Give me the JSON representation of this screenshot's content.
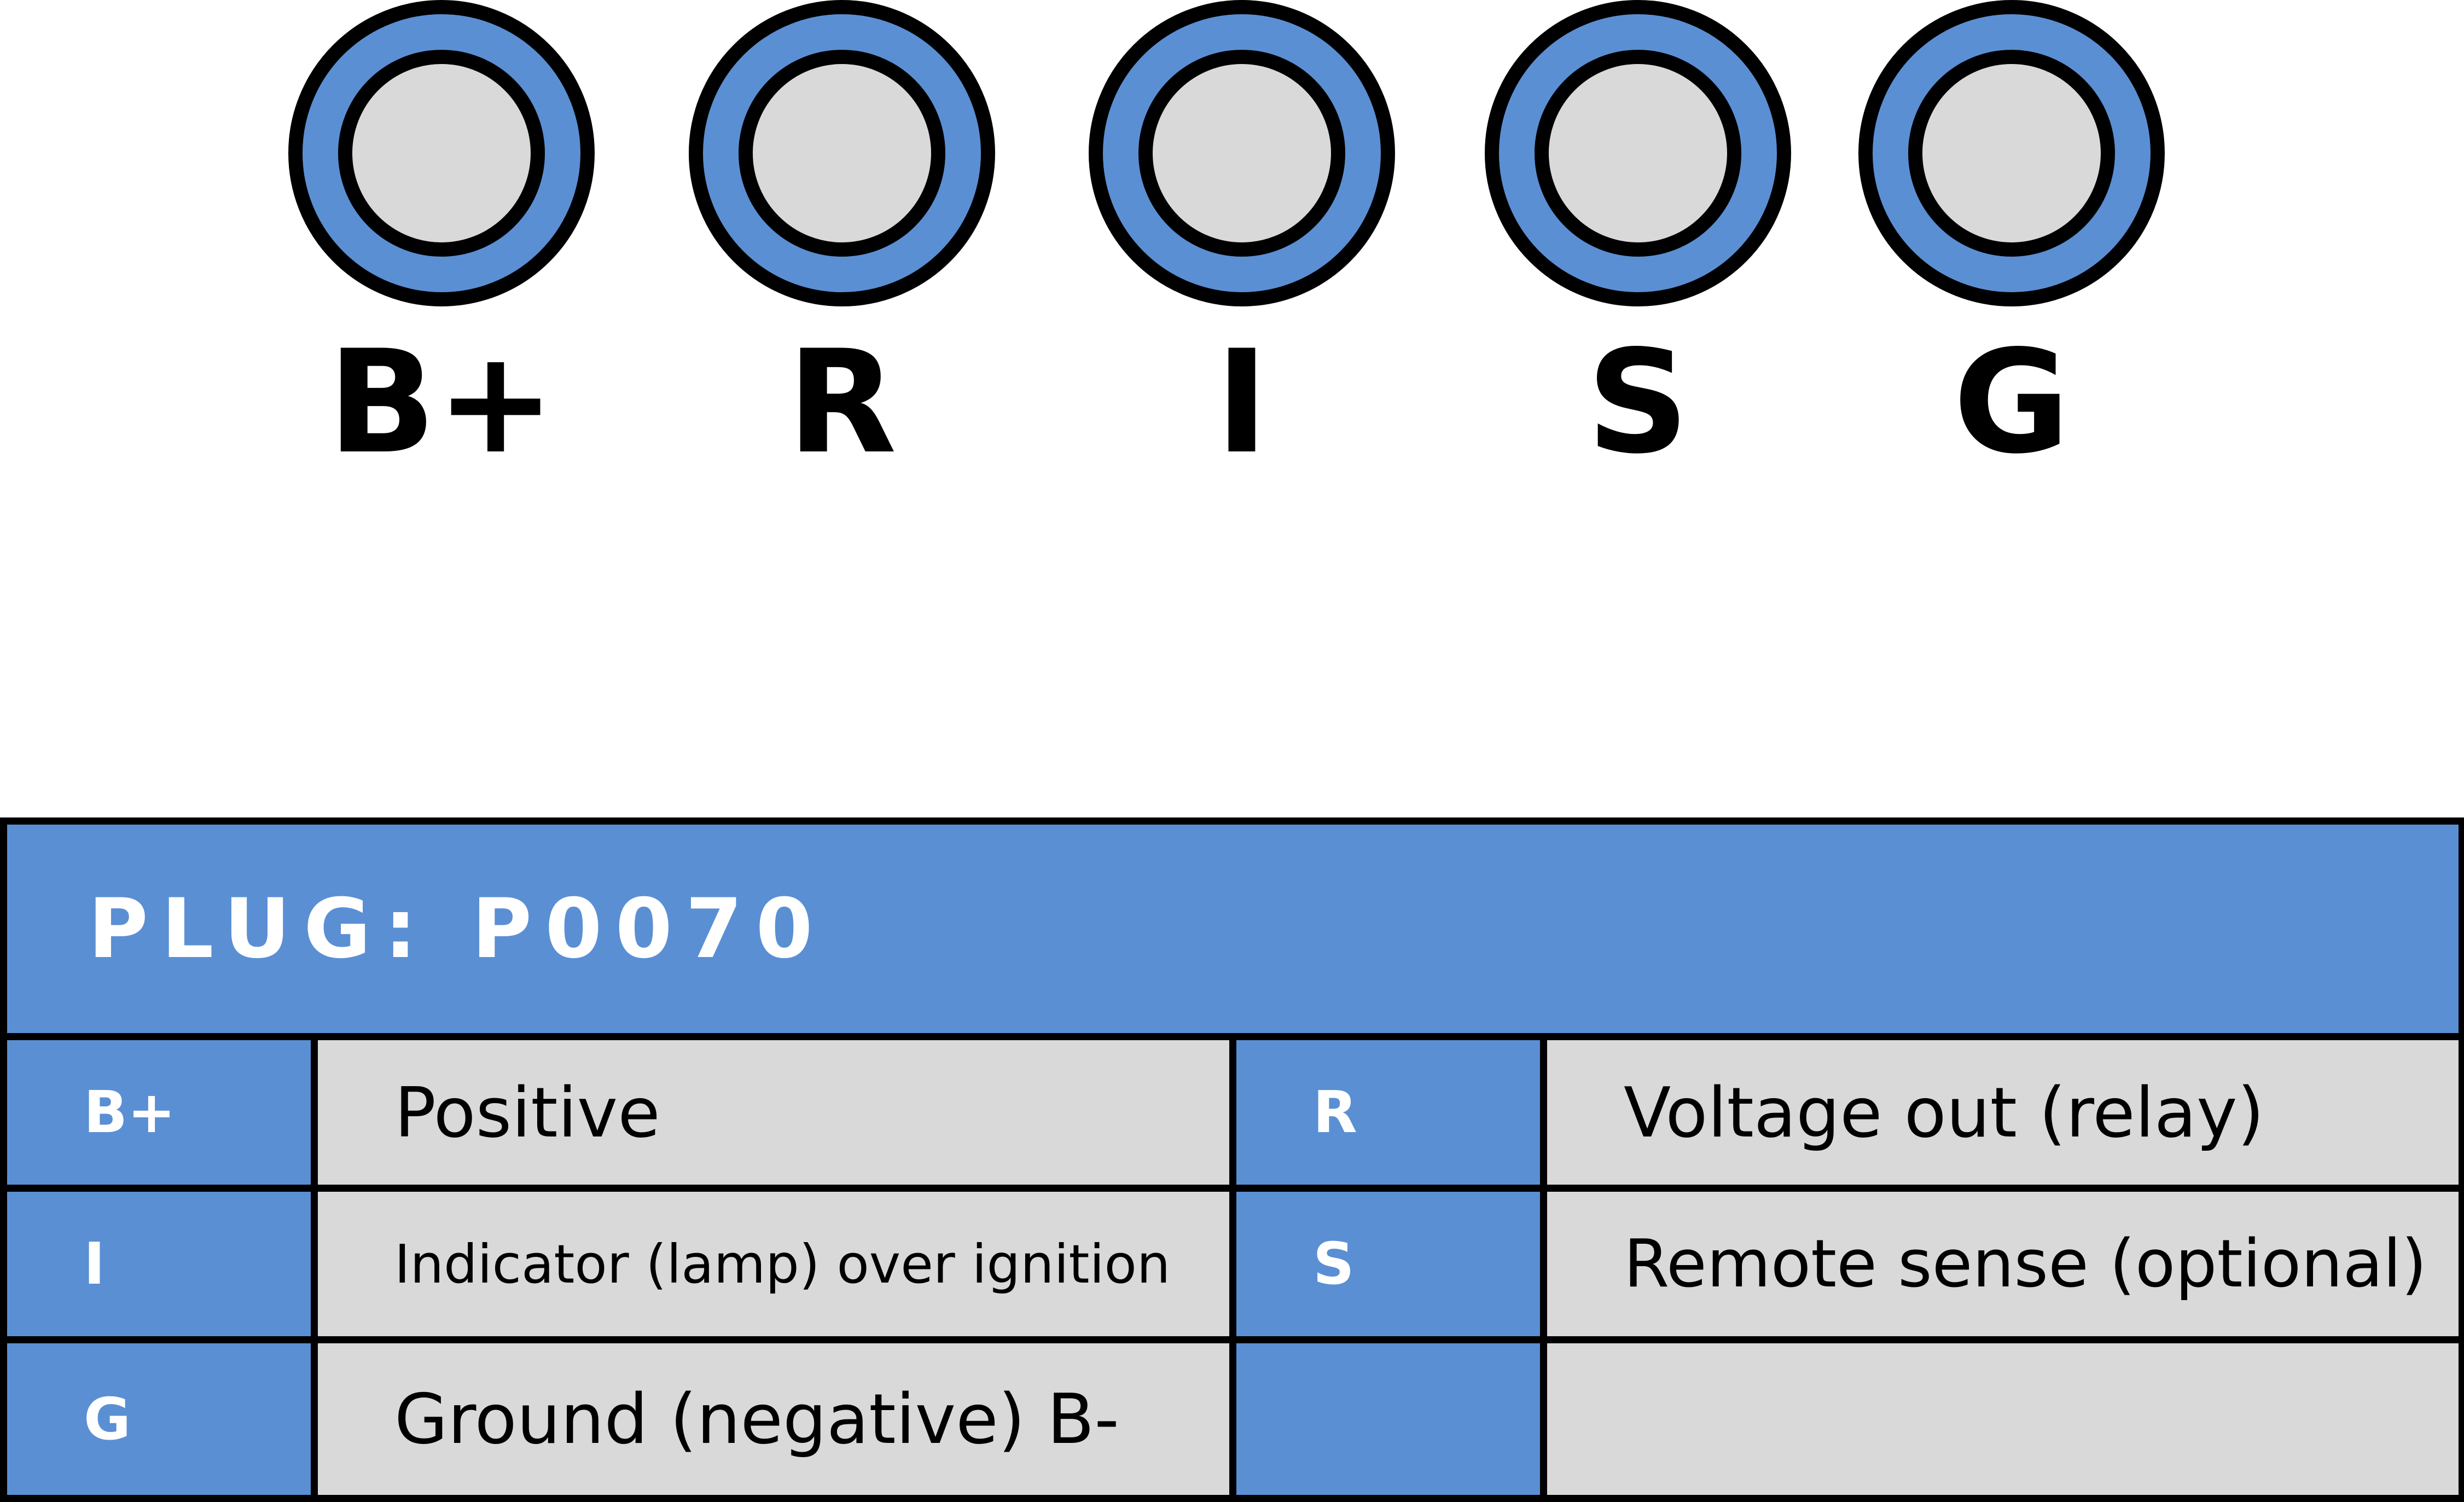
{
  "colors": {
    "accent": "#5a8fd4",
    "pin_fill": "#d9d9d9",
    "outline": "#000000",
    "background": "#ffffff"
  },
  "pins": [
    {
      "label": "B+"
    },
    {
      "label": "R"
    },
    {
      "label": "I"
    },
    {
      "label": "S"
    },
    {
      "label": "G"
    }
  ],
  "table": {
    "title": "PLUG: P0070",
    "rows": [
      {
        "code1": "B+",
        "desc1": "Positive",
        "code2": "R",
        "desc2": "Voltage out (relay)"
      },
      {
        "code1": "I",
        "desc1": "Indicator (lamp) over ignition",
        "code2": "S",
        "desc2": "Remote sense (optional)"
      },
      {
        "code1": "G",
        "desc1": "Ground (negative) B-",
        "code2": "",
        "desc2": ""
      }
    ]
  }
}
